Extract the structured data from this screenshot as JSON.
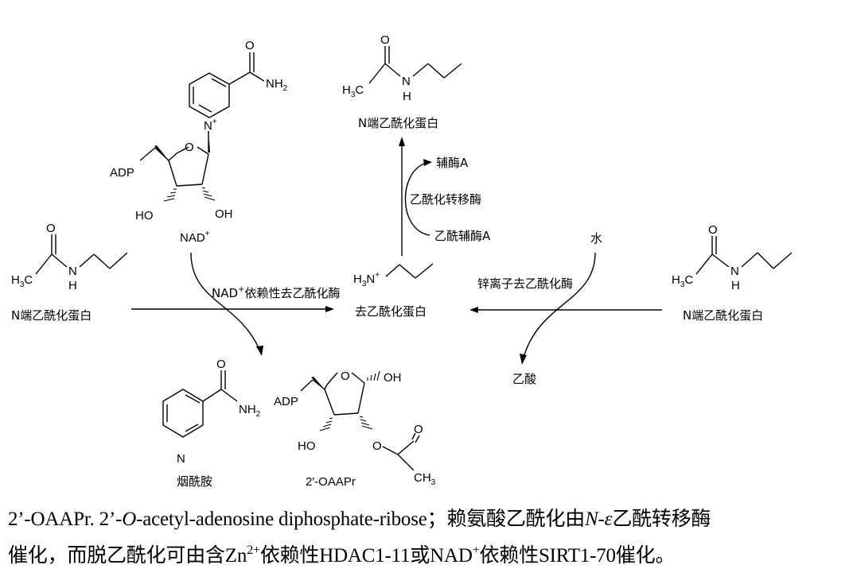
{
  "scheme": {
    "left_substrate": {
      "h3c": "H",
      "h3c_sub": "3",
      "h3c_c": "C",
      "n": "N",
      "h": "H",
      "o": "O",
      "label": "N端乙酰化蛋白"
    },
    "right_substrate": {
      "h3c": "H",
      "h3c_sub": "3",
      "h3c_c": "C",
      "n": "N",
      "h": "H",
      "o": "O",
      "label": "N端乙酰化蛋白"
    },
    "top_product": {
      "h3c": "H",
      "h3c_sub": "3",
      "h3c_c": "C",
      "n": "N",
      "h": "H",
      "o": "O",
      "label": "N端乙酰化蛋白"
    },
    "center": {
      "h3n": "H",
      "h3n_sub": "3",
      "h3n_n": "N",
      "h3n_sup": "+",
      "label": "去乙酰化蛋白"
    },
    "nad": {
      "label": "NAD",
      "label_sup": "+",
      "adp": "ADP",
      "o_ring": "O",
      "ho": "HO",
      "oh": "OH",
      "o_amide": "O",
      "nh2": "NH",
      "nh2_sub": "2",
      "n_plus": "N",
      "n_plus_sup": "+"
    },
    "left_arrow": {
      "enzyme": "NAD",
      "enzyme_sup": "+",
      "enzyme_rest": "依赖性去乙酰化酶"
    },
    "right_arrow": {
      "enzyme": "锌离子去乙酰化酶",
      "water": "水",
      "acetic_acid": "乙酸"
    },
    "up_arrow": {
      "coa": "辅酶A",
      "enzyme": "乙酰化转移酶",
      "acetyl_coa": "乙酰辅酶A"
    },
    "nicotinamide": {
      "label": "烟酰胺",
      "o": "O",
      "nh2": "NH",
      "nh2_sub": "2",
      "n": "N"
    },
    "oaapr": {
      "label": "2′-OAAPr",
      "adp": "ADP",
      "o_ring": "O",
      "oh": "OH",
      "ho": "HO",
      "o_ester": "O",
      "o_carbonyl": "O",
      "ch3": "CH",
      "ch3_sub": "3"
    }
  },
  "caption": {
    "line1_a": "2’-OAAPr. 2’-",
    "line1_b": "O",
    "line1_c": "-acetyl-adenosine diphosphate-ribose；赖氨酸乙酰化由",
    "line1_d": "N-ε",
    "line1_e": "乙酰转移酶",
    "line2_a": "催化，而脱乙酰化可由含Zn",
    "line2_sup1": "2+",
    "line2_b": "依赖性HDAC1-11或NAD",
    "line2_sup2": "+",
    "line2_c": "依赖性SIRT1-70催化。"
  }
}
